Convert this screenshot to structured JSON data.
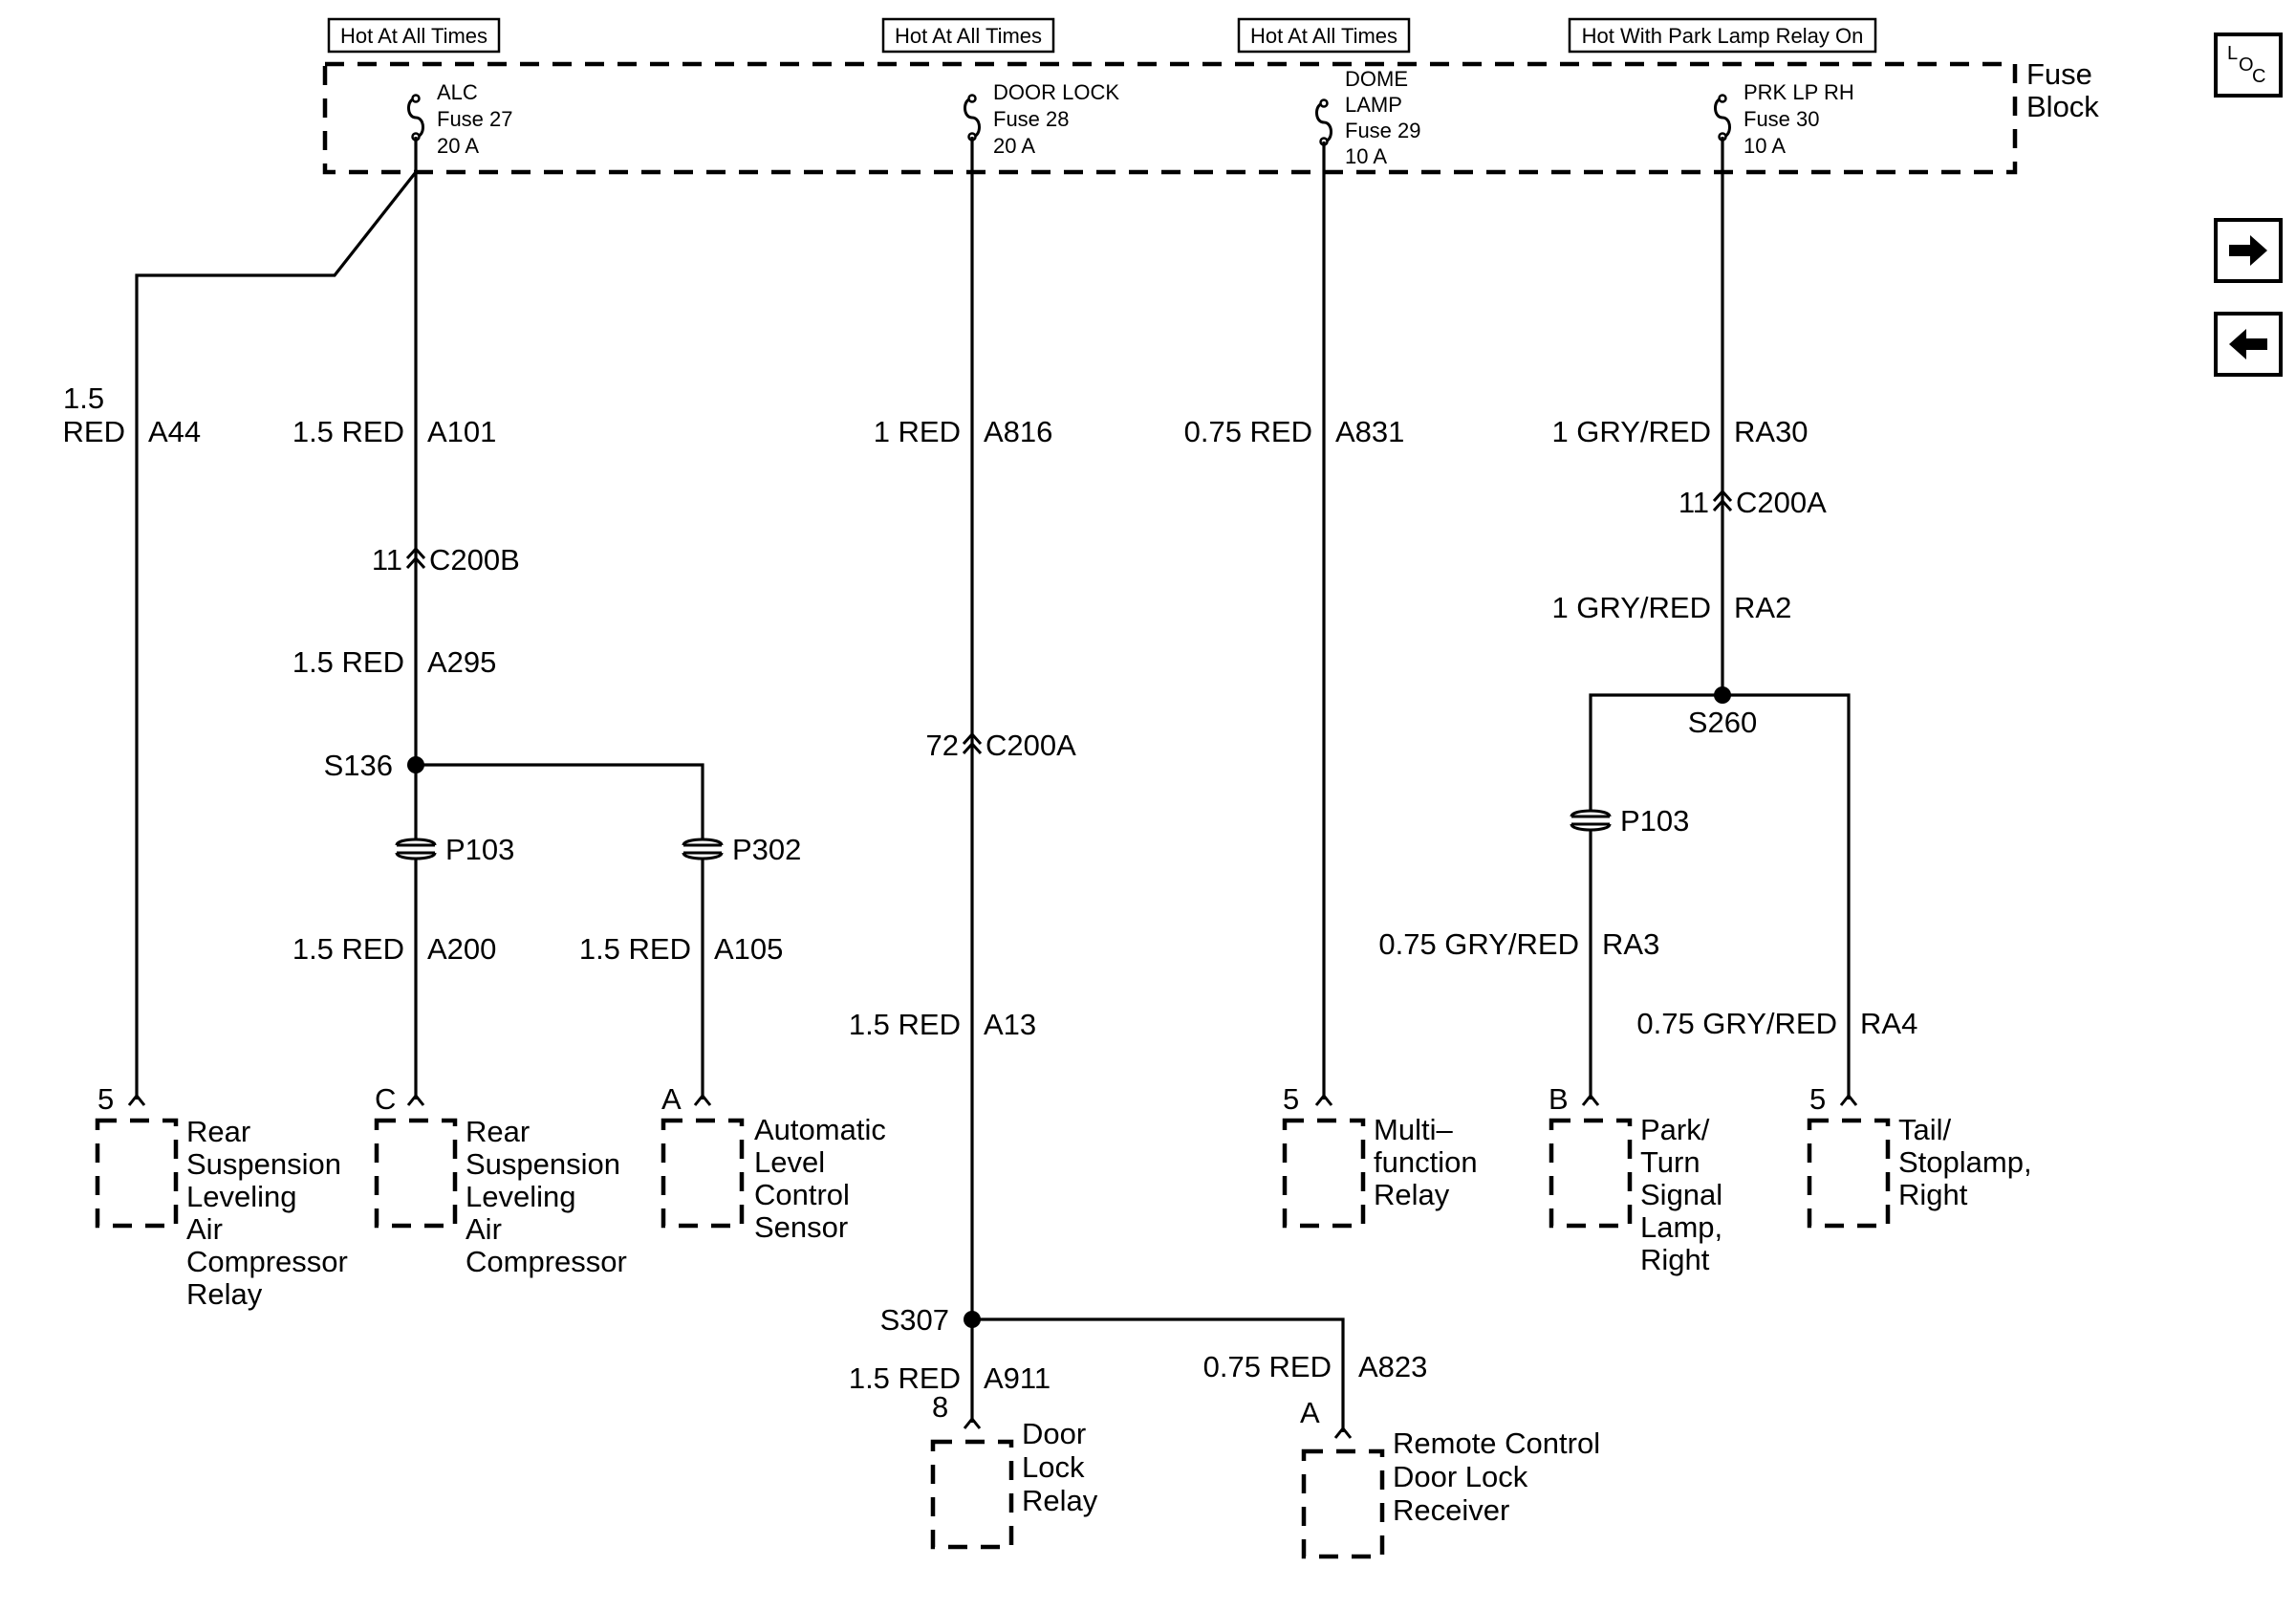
{
  "hot_labels": {
    "alc": "Hot At All Times",
    "door_lock": "Hot At All Times",
    "dome": "Hot At All Times",
    "park": "Hot With Park Lamp Relay On"
  },
  "fuse_block": {
    "line1": "Fuse",
    "line2": "Block"
  },
  "fuses": {
    "alc": {
      "name": "ALC",
      "fuse": "Fuse 27",
      "amps": "20 A"
    },
    "door_lock": {
      "name": "DOOR LOCK",
      "fuse": "Fuse 28",
      "amps": "20 A"
    },
    "dome": {
      "name1": "DOME",
      "name2": "LAMP",
      "fuse": "Fuse 29",
      "amps": "10 A"
    },
    "park": {
      "name": "PRK LP RH",
      "fuse": "Fuse 30",
      "amps": "10 A"
    }
  },
  "wires": {
    "a44": {
      "size": "1.5",
      "color": "RED",
      "id": "A44"
    },
    "a101": {
      "spec": "1.5 RED",
      "id": "A101"
    },
    "a295": {
      "spec": "1.5 RED",
      "id": "A295"
    },
    "a200": {
      "spec": "1.5 RED",
      "id": "A200"
    },
    "a105": {
      "spec": "1.5 RED",
      "id": "A105"
    },
    "a816": {
      "spec": "1 RED",
      "id": "A816"
    },
    "a13": {
      "spec": "1.5 RED",
      "id": "A13"
    },
    "a911": {
      "spec": "1.5 RED",
      "id": "A911"
    },
    "a823": {
      "spec": "0.75 RED",
      "id": "A823"
    },
    "a831": {
      "spec": "0.75 RED",
      "id": "A831"
    },
    "ra30": {
      "spec": "1 GRY/RED",
      "id": "RA30"
    },
    "ra2": {
      "spec": "1 GRY/RED",
      "id": "RA2"
    },
    "ra3": {
      "spec": "0.75 GRY/RED",
      "id": "RA3"
    },
    "ra4": {
      "spec": "0.75 GRY/RED",
      "id": "RA4"
    }
  },
  "connectors": {
    "c200b": {
      "pin": "11",
      "name": "C200B"
    },
    "c200a_door": {
      "pin": "72",
      "name": "C200A"
    },
    "c200a_park": {
      "pin": "11",
      "name": "C200A"
    },
    "p103_left": "P103",
    "p302": "P302",
    "p103_right": "P103"
  },
  "splices": {
    "s136": "S136",
    "s307": "S307",
    "s260": "S260"
  },
  "components": {
    "rear_relay": {
      "pin": "5",
      "lines": [
        "Rear",
        "Suspension",
        "Leveling",
        "Air",
        "Compressor",
        "Relay"
      ]
    },
    "rear_compressor": {
      "pin": "C",
      "lines": [
        "Rear",
        "Suspension",
        "Leveling",
        "Air",
        "Compressor"
      ]
    },
    "alc_sensor": {
      "pin": "A",
      "lines": [
        "Automatic",
        "Level",
        "Control",
        "Sensor"
      ]
    },
    "door_lock_relay": {
      "pin": "8",
      "lines": [
        "Door",
        "Lock",
        "Relay"
      ]
    },
    "remote_receiver": {
      "pin": "A",
      "lines": [
        "Remote Control",
        "Door Lock",
        "Receiver"
      ]
    },
    "multifunction_relay": {
      "pin": "5",
      "lines": [
        "Multi–",
        "function",
        "Relay"
      ]
    },
    "park_turn_lamp": {
      "pin": "B",
      "lines": [
        "Park/",
        "Turn",
        "Signal",
        "Lamp,",
        "Right"
      ]
    },
    "tail_stoplamp": {
      "pin": "5",
      "lines": [
        "Tail/",
        "Stoplamp,",
        "Right"
      ]
    }
  },
  "nav": {
    "loc_letters": [
      "L",
      "O",
      "C"
    ],
    "icons": [
      "location-icon",
      "arrow-right-icon",
      "arrow-left-icon"
    ]
  }
}
